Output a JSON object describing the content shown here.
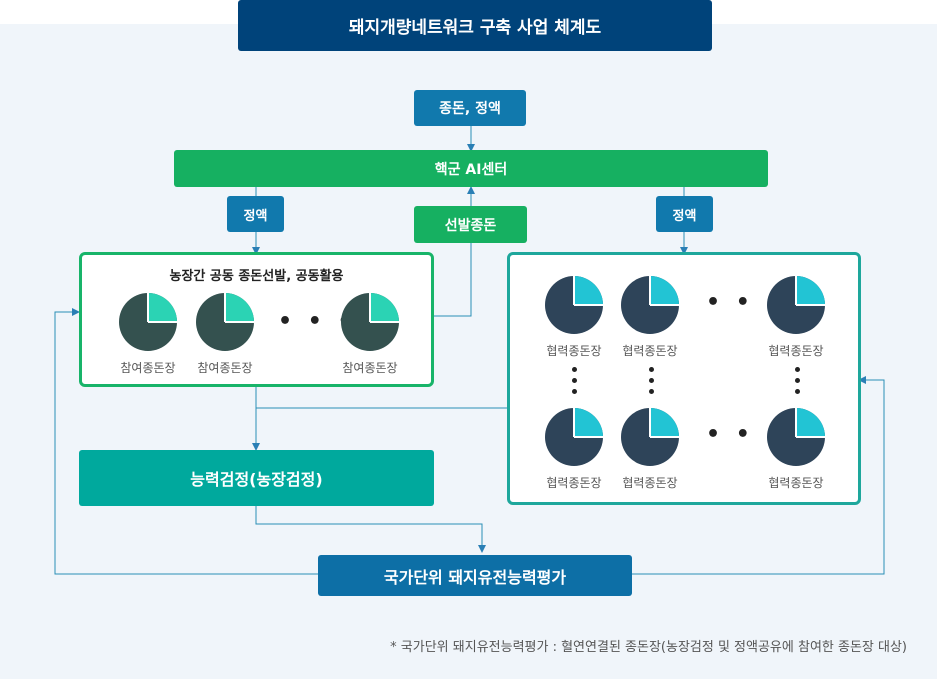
{
  "title": "돼지개량네트워크 구축 사업 체계도",
  "source_label": "종돈, 정액",
  "center_label": "핵군 AI센터",
  "left_semen_label": "정액",
  "right_semen_label": "정액",
  "selected_label": "선발종돈",
  "left_panel": {
    "title": "농장간 공동 종돈선발, 공동활용",
    "items": [
      "참여종돈장",
      "참여종돈장",
      "참여종돈장"
    ],
    "ellipsis": "• • •"
  },
  "right_panel": {
    "top_items": [
      "협력종돈장",
      "협력종돈장",
      "협력종돈장"
    ],
    "bottom_items": [
      "협력종돈장",
      "협력종돈장",
      "협력종돈장"
    ],
    "ellipsis": "• • •"
  },
  "ability_label": "능력검정(농장검정)",
  "national_label": "국가단위 돼지유전능력평가",
  "footnote": "* 국가단위 돼지유전능력평가 : 혈연연결된 종돈장(농장검정 및 정액공유에 참여한 종돈장 대상)",
  "colors": {
    "title_bg": "#00437a",
    "blue_box": "#1179ad",
    "green_box": "#16b061",
    "teal_box": "#00a99d",
    "pie_dark_left": "#34514f",
    "pie_accent_left": "#2bd3b4",
    "pie_dark_right": "#2e4459",
    "pie_accent_right": "#22c4d4"
  }
}
